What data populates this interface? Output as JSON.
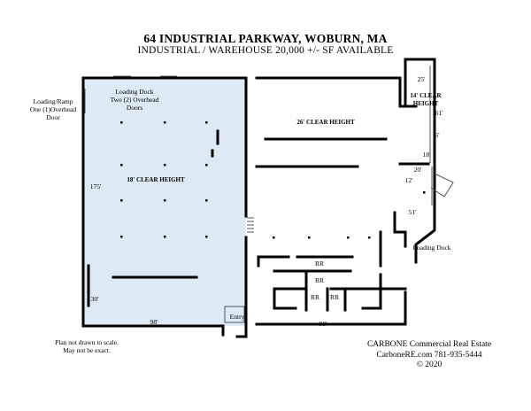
{
  "header": {
    "title": "64 INDUSTRIAL PARKWAY, WOBURN, MA",
    "subtitle": "INDUSTRIAL / WAREHOUSE  20,000 +/- SF AVAILABLE"
  },
  "plan": {
    "highlight_color": "#dde9f5",
    "loading_ramp": [
      "Loading/Ramp",
      "One (1)Overhead",
      "Door"
    ],
    "loading_dock_top": [
      "Loading Dock",
      "Two (2) Overhead",
      "Doors"
    ],
    "clear_height_18": "18' CLEAR HEIGHT",
    "clear_height_26": "26' CLEAR HEIGHT",
    "clear_height_14": [
      "14' CLEAR",
      "HEIGHT"
    ],
    "dim_175": "175'",
    "dim_30": "30'",
    "dim_98_left": "98'",
    "dim_98_right": "98'",
    "dim_25": "25'",
    "dim_61": "61'",
    "dim_5": "5'",
    "dim_18": "18'",
    "dim_20": "20'",
    "dim_12": "12'",
    "dim_51": "51'",
    "loading_dock_right": "Loading Dock",
    "entry": "Entry",
    "rr_1": "RR",
    "rr_2": "RR",
    "rr_3": "RR",
    "rr_4": "RR"
  },
  "notes": {
    "scale_line1": "Plan not drawn to scale.",
    "scale_line2": "May not be exact."
  },
  "footer": {
    "company": "CARBONE Commercial Real Estate",
    "contact": "CarboneRE.com   781-935-5444",
    "copyright": "© 2020"
  }
}
